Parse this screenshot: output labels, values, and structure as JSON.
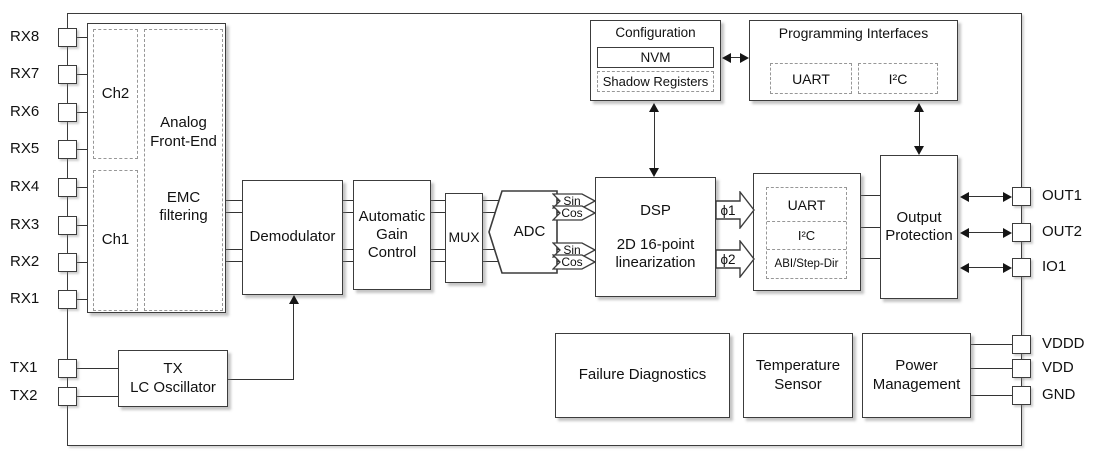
{
  "colors": {
    "line": "#3c3c3c",
    "dashed_border": "#979797",
    "text": "#111111",
    "background": "#ffffff",
    "arrowhead": "#151515"
  },
  "pins_left": [
    {
      "label": "RX8"
    },
    {
      "label": "RX7"
    },
    {
      "label": "RX6"
    },
    {
      "label": "RX5"
    },
    {
      "label": "RX4"
    },
    {
      "label": "RX3"
    },
    {
      "label": "RX2"
    },
    {
      "label": "RX1"
    },
    {
      "label": "TX1"
    },
    {
      "label": "TX2"
    }
  ],
  "pins_right": [
    {
      "label": "OUT1"
    },
    {
      "label": "OUT2"
    },
    {
      "label": "IO1"
    },
    {
      "label": "VDDD"
    },
    {
      "label": "VDD"
    },
    {
      "label": "GND"
    }
  ],
  "blocks": {
    "afe": {
      "ch2": "Ch2",
      "ch1": "Ch1",
      "name": "Analog Front-End",
      "emc": "EMC filtering"
    },
    "tx_osc": {
      "line1": "TX",
      "line2": "LC Oscillator"
    },
    "demodulator": {
      "label": "Demodulator"
    },
    "agc": {
      "label": "Automatic Gain Control"
    },
    "mux": {
      "label": "MUX"
    },
    "adc": {
      "label": "ADC"
    },
    "dsp": {
      "title": "DSP",
      "subtitle": "2D 16-point linearization"
    },
    "configuration": {
      "title": "Configuration",
      "nvm": "NVM",
      "shadow_registers": "Shadow Registers"
    },
    "programming_interfaces": {
      "title": "Programming Interfaces",
      "uart": "UART",
      "i2c": "I²C"
    },
    "serial_outputs": {
      "uart": "UART",
      "i2c": "I²C",
      "abi": "ABI/Step-Dir"
    },
    "output_protection": {
      "label": "Output Protection"
    },
    "failure_diagnostics": {
      "label": "Failure Diagnostics"
    },
    "temperature_sensor": {
      "label": "Temperature Sensor"
    },
    "power_management": {
      "label": "Power Management"
    }
  },
  "signals": {
    "sin": "Sin",
    "cos": "Cos",
    "phi1": "ϕ1",
    "phi2": "ϕ2"
  }
}
